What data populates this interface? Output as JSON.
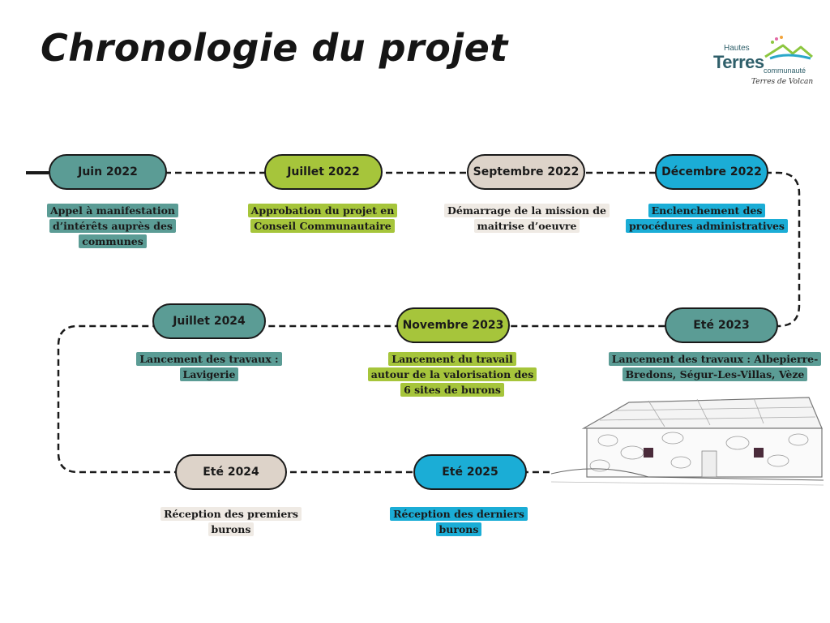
{
  "title": "Chronologie du projet",
  "logo": {
    "line1": "Hautes",
    "line2": "Terres",
    "line3": "communauté",
    "signature": "Terres de Volcan"
  },
  "colors": {
    "teal": "#5b9c95",
    "green": "#a6c53b",
    "beige": "#ddd3c9",
    "blue": "#1badd6"
  },
  "milestones": [
    {
      "date": "Juin 2022",
      "desc": "Appel à manifestation\nd’intérêts auprès des\ncommunes",
      "color": "teal"
    },
    {
      "date": "Juillet 2022",
      "desc": "Approbation du projet en\nConseil Communautaire",
      "color": "green"
    },
    {
      "date": "Septembre 2022",
      "desc": "Démarrage de la mission de\nmaitrise d’oeuvre",
      "color": "beige"
    },
    {
      "date": "Décembre 2022",
      "desc": "Enclenchement des\nprocédures administratives",
      "color": "blue"
    },
    {
      "date": "Eté 2023",
      "desc": "Lancement des travaux : Albepierre-\nBredons, Ségur-Les-Villas, Vèze",
      "color": "teal"
    },
    {
      "date": "Novembre 2023",
      "desc": "Lancement du travail\nautour de la valorisation des\n6 sites de burons",
      "color": "green"
    },
    {
      "date": "Juillet 2024",
      "desc": "Lancement des travaux :\nLavigerie",
      "color": "teal"
    },
    {
      "date": "Eté 2024",
      "desc": "Réception des premiers\nburons",
      "color": "beige"
    },
    {
      "date": "Eté 2025",
      "desc": "Réception des derniers\nburons",
      "color": "blue"
    }
  ]
}
